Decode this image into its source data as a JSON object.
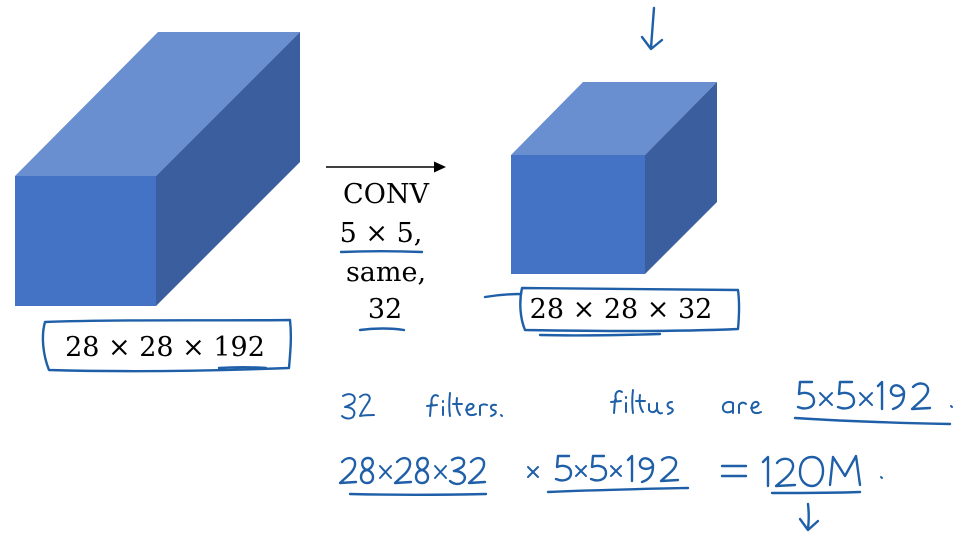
{
  "colors": {
    "cube_front": "#4472c4",
    "cube_top": "#6a8fd0",
    "cube_side": "#3a5e9e",
    "ink": "#1f5fa8"
  },
  "input_volume": {
    "label": "28 × 28 × 192"
  },
  "conv_op": {
    "name": "CONV",
    "kernel": "5 × 5,",
    "padding": "same,",
    "filters": "32"
  },
  "output_volume": {
    "label": "28 × 28 × 32"
  },
  "handwritten_notes": [
    "32 filters.",
    "filters are 5x5x192.",
    "28x28x32 × 5x5x192 = 120M ."
  ]
}
